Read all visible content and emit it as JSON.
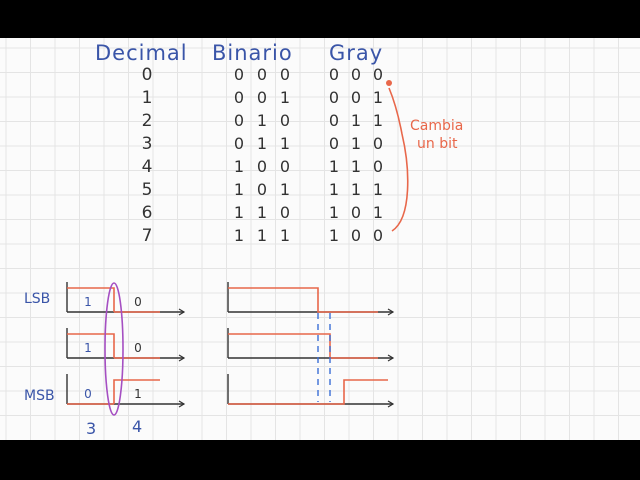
{
  "table": {
    "headers": {
      "decimal": "Decimal",
      "binary": "Binario",
      "gray": "Gray"
    },
    "rows": [
      {
        "decimal": "0",
        "binary": [
          "0",
          "0",
          "0"
        ],
        "gray": [
          "0",
          "0",
          "0"
        ]
      },
      {
        "decimal": "1",
        "binary": [
          "0",
          "0",
          "1"
        ],
        "gray": [
          "0",
          "0",
          "1"
        ]
      },
      {
        "decimal": "2",
        "binary": [
          "0",
          "1",
          "0"
        ],
        "gray": [
          "0",
          "1",
          "1"
        ]
      },
      {
        "decimal": "3",
        "binary": [
          "0",
          "1",
          "1"
        ],
        "gray": [
          "0",
          "1",
          "0"
        ]
      },
      {
        "decimal": "4",
        "binary": [
          "1",
          "0",
          "0"
        ],
        "gray": [
          "1",
          "1",
          "0"
        ]
      },
      {
        "decimal": "5",
        "binary": [
          "1",
          "0",
          "1"
        ],
        "gray": [
          "1",
          "1",
          "1"
        ]
      },
      {
        "decimal": "6",
        "binary": [
          "1",
          "1",
          "0"
        ],
        "gray": [
          "1",
          "0",
          "1"
        ]
      },
      {
        "decimal": "7",
        "binary": [
          "1",
          "1",
          "1"
        ],
        "gray": [
          "1",
          "0",
          "0"
        ]
      }
    ]
  },
  "annotation": {
    "line1": "Cambia",
    "line2": "un bit"
  },
  "waveforms": {
    "lsb_label": "LSB",
    "msb_label": "MSB",
    "left_values": [
      [
        "1",
        "0"
      ],
      [
        "1",
        "0"
      ],
      [
        "0",
        "1"
      ]
    ],
    "bottom_labels": [
      "3",
      "4"
    ]
  },
  "colors": {
    "ink_blue": "#3a55a8",
    "ink_dark": "#333333",
    "ink_orange": "#e8674a",
    "ink_purple": "#a54fc2",
    "dashed_blue": "#3b6fd6",
    "grid": "#e4e4e4",
    "paper": "#fbfbfb"
  }
}
